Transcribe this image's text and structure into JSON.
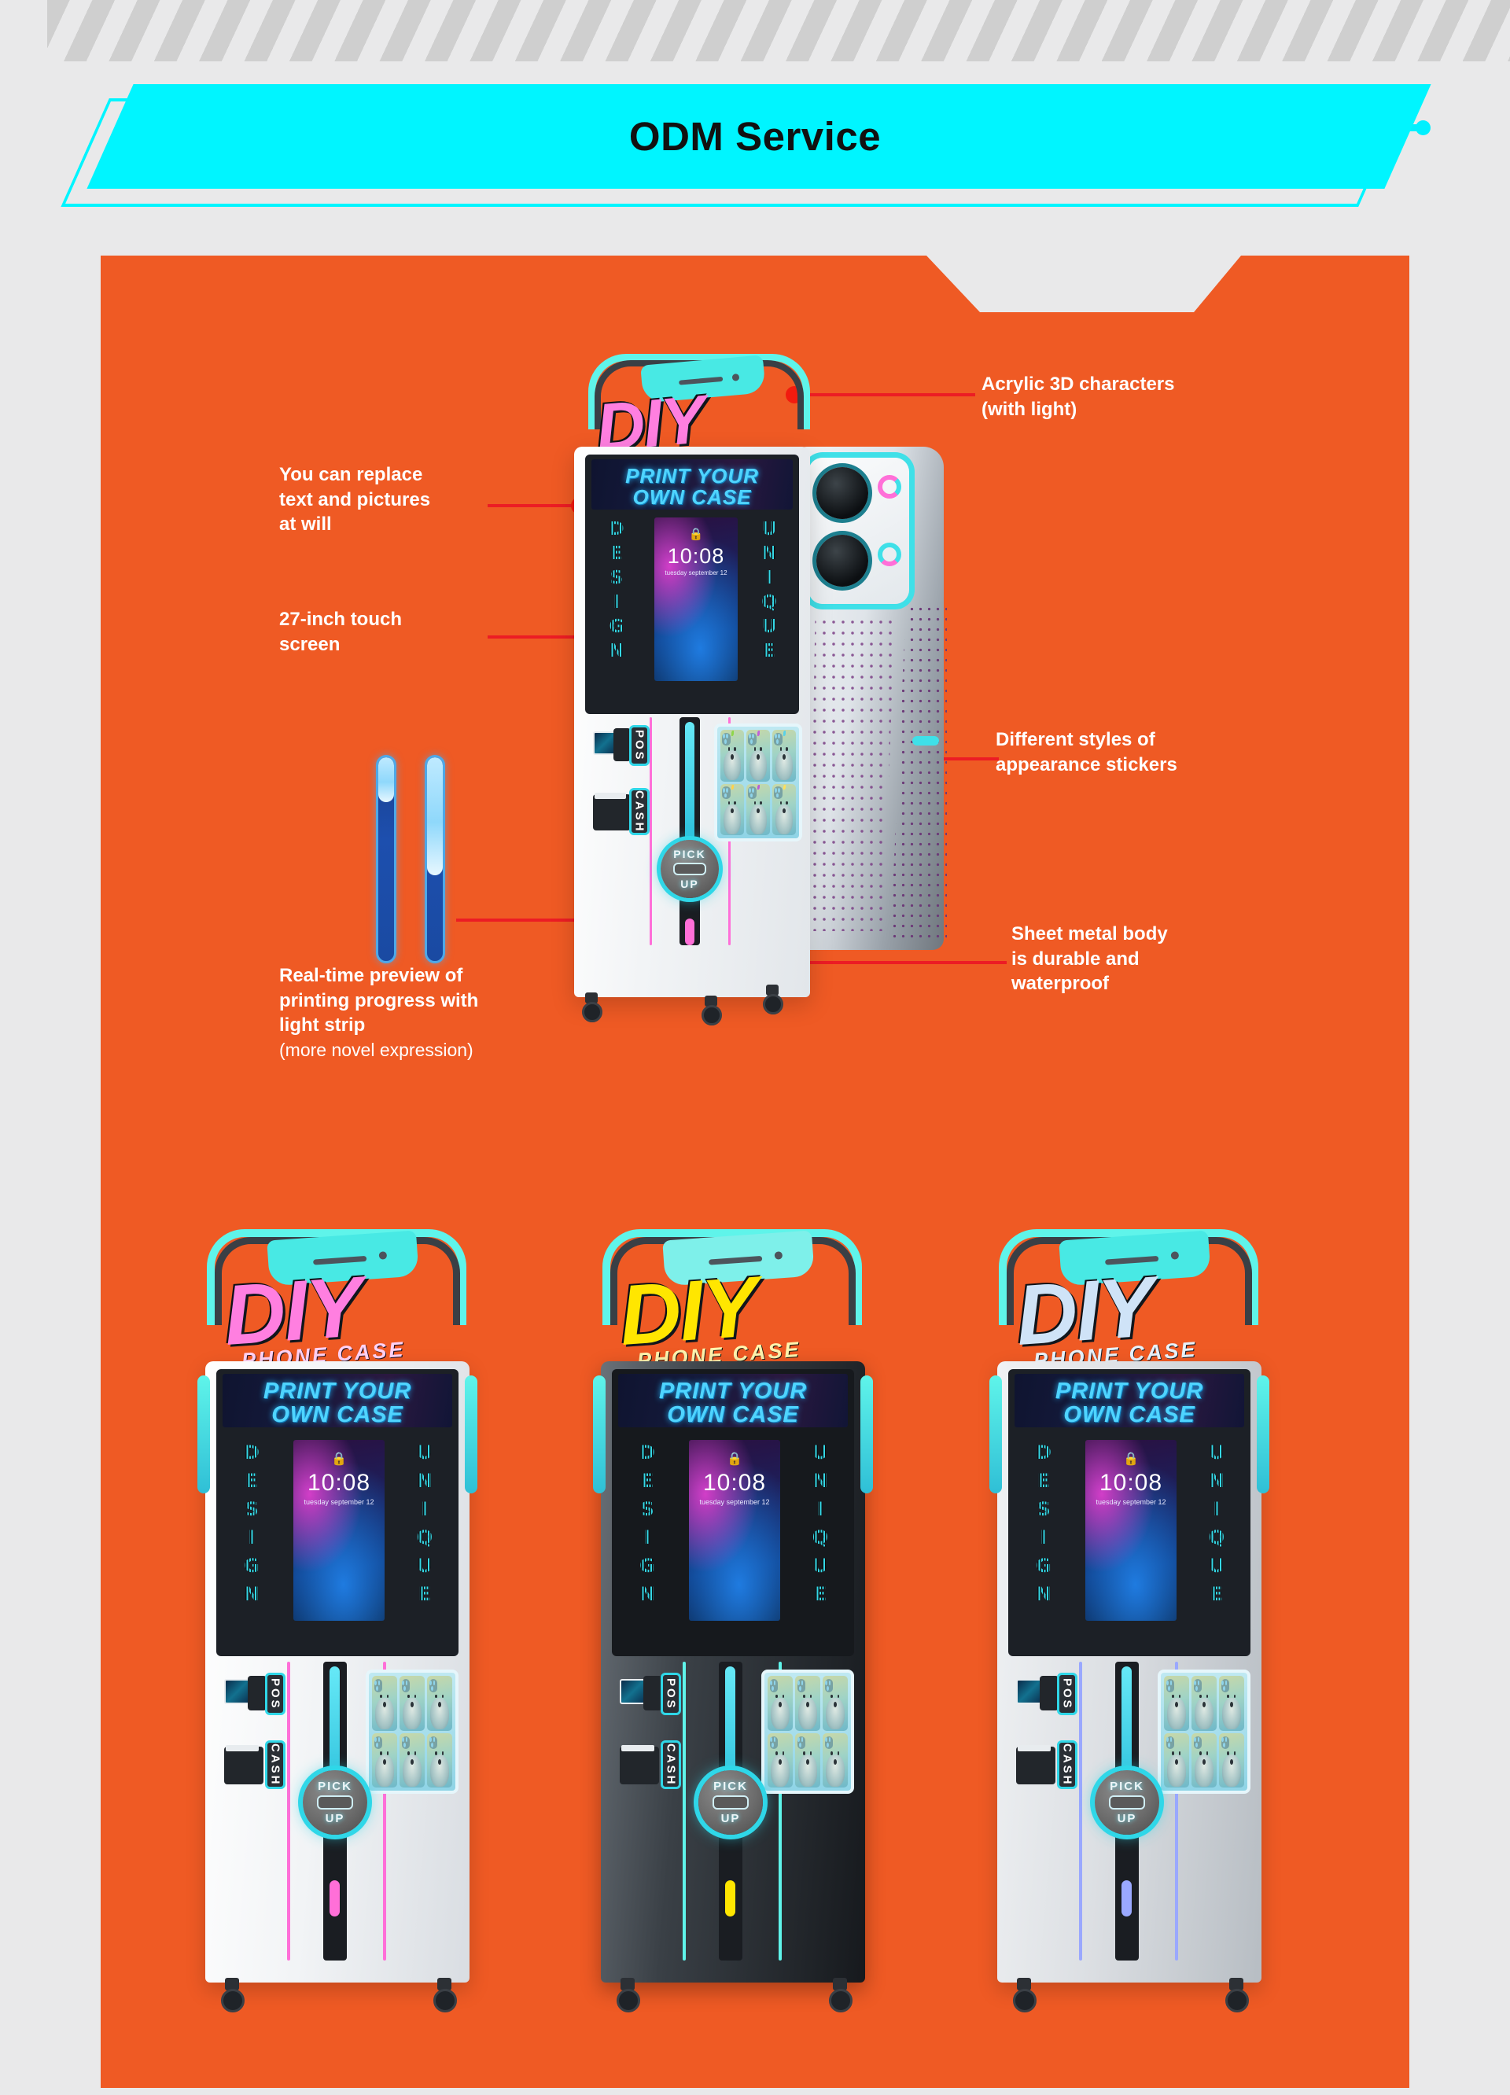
{
  "page": {
    "background": "#e9e9ea",
    "panel_color": "#ef5a24",
    "accent_cyan": "#00f5ff",
    "leader_red": "#ec1c24"
  },
  "banner": {
    "title": "ODM Service"
  },
  "annotations": [
    {
      "id": "replace-text",
      "lines": [
        "You can replace",
        "text and pictures",
        "at will"
      ],
      "note": ""
    },
    {
      "id": "touch-screen",
      "lines": [
        "27-inch touch",
        "screen"
      ],
      "note": ""
    },
    {
      "id": "light-strip",
      "lines": [
        "Real-time preview of",
        "printing progress with",
        "light strip"
      ],
      "note": "(more novel expression)"
    },
    {
      "id": "acrylic",
      "lines": [
        "Acrylic 3D characters",
        "(with light)"
      ],
      "note": ""
    },
    {
      "id": "stickers",
      "lines": [
        "Different styles of",
        "appearance stickers"
      ],
      "note": ""
    },
    {
      "id": "sheet-metal",
      "lines": [
        "Sheet metal body",
        "is durable and",
        "waterproof"
      ],
      "note": ""
    }
  ],
  "machine": {
    "logo_main": "DIY",
    "logo_sub": "PHONE CASE",
    "banner_line1": "PRINT YOUR",
    "banner_line2": "OWN CASE",
    "left_word": "DESIGN",
    "right_word": "UNIQUE",
    "pos_label": "POS",
    "cash_label": "CASH",
    "pickup_line1": "PICK",
    "pickup_line2": "UP",
    "screen": {
      "lock_icon": "lock-icon",
      "time": "10:08",
      "date": "tuesday september 12"
    }
  },
  "light_strips": [
    {
      "id": "strip-low",
      "fill_percent": 22
    },
    {
      "id": "strip-high",
      "fill_percent": 58
    }
  ],
  "variants": [
    {
      "id": "variant-white",
      "name": "White cabinet",
      "accent": "#ff6fd8",
      "logo_color": "#ff7fe0",
      "body_top": "#f4f6f8",
      "body_bottom": "#d9dde2",
      "face": "#1c2026"
    },
    {
      "id": "variant-black",
      "name": "Black cabinet",
      "accent": "#ffe600",
      "logo_color": "#ffe600",
      "body_top": "#5a6066",
      "body_bottom": "#121418",
      "face": "#16191d"
    },
    {
      "id": "variant-silver",
      "name": "Silver cabinet",
      "accent": "#9aa8ff",
      "logo_color": "#cfe3f7",
      "body_top": "#e2e5e8",
      "body_bottom": "#b7bdc3",
      "face": "#1c2026"
    }
  ]
}
